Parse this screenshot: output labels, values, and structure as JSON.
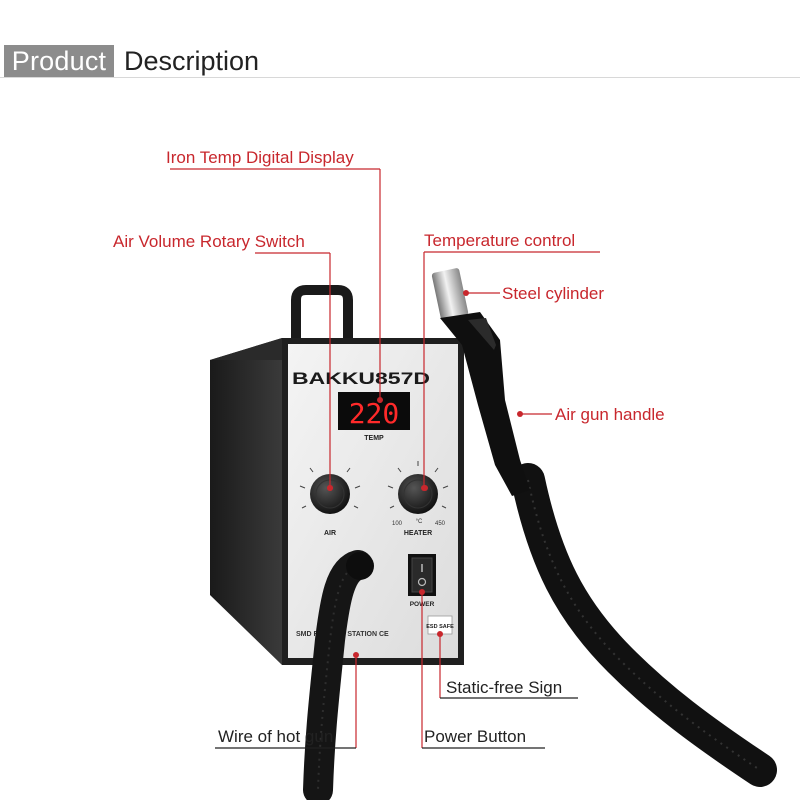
{
  "header": {
    "tab_label": "Product",
    "title": "Description"
  },
  "device": {
    "brand": "BAKKU857D",
    "display_value": "220",
    "display_label": "TEMP",
    "air_label": "AIR",
    "heater_label": "HEATER",
    "heater_min": "100",
    "heater_unit": "°C",
    "heater_max": "450",
    "power_label": "POWER",
    "footer_text": "SMD REWORK STATION CE",
    "esd_label": "ESD SAFE"
  },
  "callouts": {
    "iron_temp_display": "Iron Temp Digital Display",
    "air_volume_switch": "Air Volume Rotary Switch",
    "temperature_control": "Temperature control",
    "steel_cylinder": "Steel cylinder",
    "air_gun_handle": "Air gun handle",
    "static_free_sign": "Static-free Sign",
    "wire_hot_gun": "Wire of hot gun",
    "power_button": "Power Button"
  },
  "colors": {
    "accent": "#c8272d",
    "header_tab": "#8c8c8c",
    "display_digits": "#ff2a2a"
  }
}
